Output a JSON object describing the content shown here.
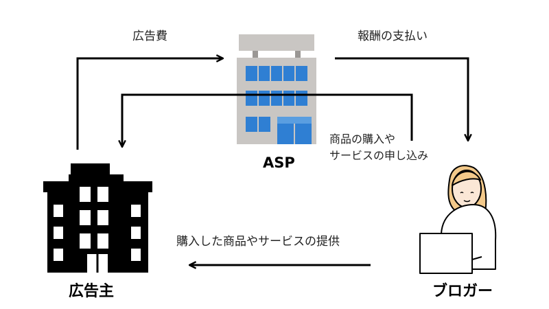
{
  "nodes": {
    "asp": {
      "label": "ASP"
    },
    "advertiser": {
      "label": "広告主"
    },
    "blogger": {
      "label": "ブロガー"
    }
  },
  "edges": {
    "ad_fee": {
      "label": "広告費"
    },
    "reward_payment": {
      "label": "報酬の支払い"
    },
    "purchase_application": {
      "line1": "商品の購入や",
      "line2": "サービスの申し込み"
    },
    "provide_goods": {
      "label": "購入した商品やサービスの提供"
    }
  },
  "colors": {
    "line": "#000000",
    "building_facade": "#c9c6c3",
    "window": "#2f7fd3",
    "skin": "#fbe7d6",
    "hair": "#f3c98a"
  }
}
